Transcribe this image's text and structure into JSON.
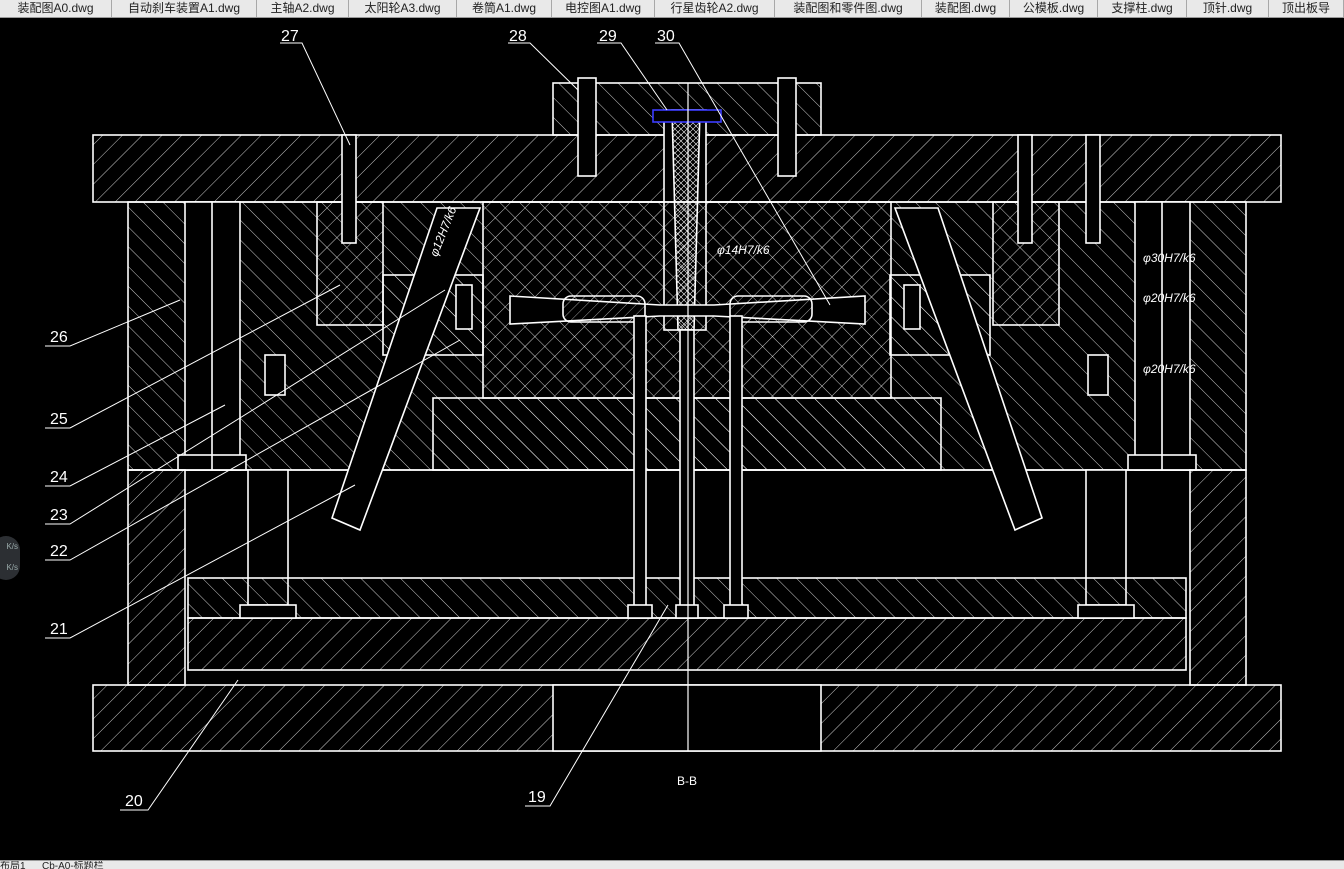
{
  "tabs": [
    {
      "label": "装配图A0.dwg"
    },
    {
      "label": "自动刹车装置A1.dwg"
    },
    {
      "label": "主轴A2.dwg"
    },
    {
      "label": "太阳轮A3.dwg"
    },
    {
      "label": "卷筒A1.dwg"
    },
    {
      "label": "电控图A1.dwg"
    },
    {
      "label": "行星齿轮A2.dwg"
    },
    {
      "label": "装配图和零件图.dwg"
    },
    {
      "label": "装配图.dwg"
    },
    {
      "label": "公模板.dwg"
    },
    {
      "label": "支撑柱.dwg"
    },
    {
      "label": "顶针.dwg"
    },
    {
      "label": "顶出板导"
    }
  ],
  "drawing": {
    "section_label": "B-B",
    "part_numbers": [
      {
        "id": "27",
        "text": "27"
      },
      {
        "id": "28",
        "text": "28"
      },
      {
        "id": "29",
        "text": "29"
      },
      {
        "id": "30",
        "text": "30"
      },
      {
        "id": "26",
        "text": "26"
      },
      {
        "id": "25",
        "text": "25"
      },
      {
        "id": "24",
        "text": "24"
      },
      {
        "id": "23",
        "text": "23"
      },
      {
        "id": "22",
        "text": "22"
      },
      {
        "id": "21",
        "text": "21"
      },
      {
        "id": "20",
        "text": "20"
      },
      {
        "id": "19",
        "text": "19"
      }
    ],
    "dimensions": [
      {
        "id": "d-phi14",
        "text": "φ14H7/k6"
      },
      {
        "id": "d-phi30",
        "text": "φ30H7/k6"
      },
      {
        "id": "d-phi20a",
        "text": "φ20H7/k6"
      },
      {
        "id": "d-phi20b",
        "text": "φ20H7/k6"
      },
      {
        "id": "d-pin",
        "text": "φ12H7/k6"
      }
    ],
    "colors": {
      "background": "#000000",
      "lines": "#ffffff",
      "accent": "#3b3bff"
    }
  },
  "statusbar": {
    "tabs": [
      {
        "label": "布局1"
      },
      {
        "label": "Cb-A0-标题栏"
      }
    ]
  },
  "speed_widget": {
    "up": "K/s",
    "down": "K/s"
  }
}
